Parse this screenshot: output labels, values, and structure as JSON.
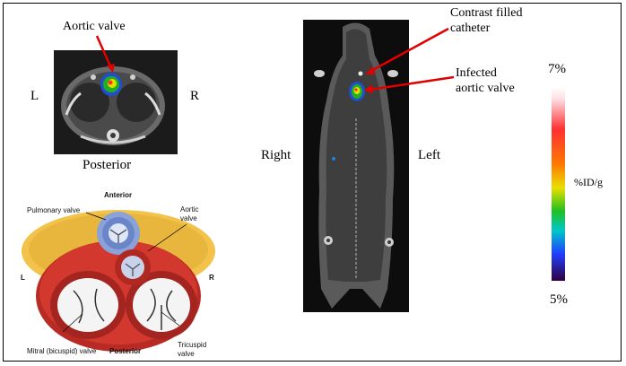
{
  "axial_ct": {
    "label_top": "Aortic valve",
    "label_left": "L",
    "label_right": "R",
    "label_bottom": "Posterior"
  },
  "coronal_ct": {
    "label_left": "Right",
    "label_right": "Left",
    "annotation_catheter": "Contrast filled\ncatheter",
    "annotation_valve": "Infected\naortic valve"
  },
  "colorbar": {
    "max_label": "7%",
    "min_label": "5%",
    "unit_label": "%ID/g"
  },
  "heart_diagram": {
    "anterior": "Anterior",
    "posterior": "Posterior",
    "left": "L",
    "right": "R",
    "pulmonary_valve": "Pulmonary valve",
    "aortic_valve": "Aortic\nvalve",
    "mitral_valve": "Mitral (bicuspid) valve",
    "tricuspid_valve": "Tricuspid\nvalve"
  },
  "colors": {
    "arrow": "#e00000",
    "fat": "#f2c24a",
    "muscle": "#c8302a",
    "valve_blue": "#6a86c8"
  }
}
